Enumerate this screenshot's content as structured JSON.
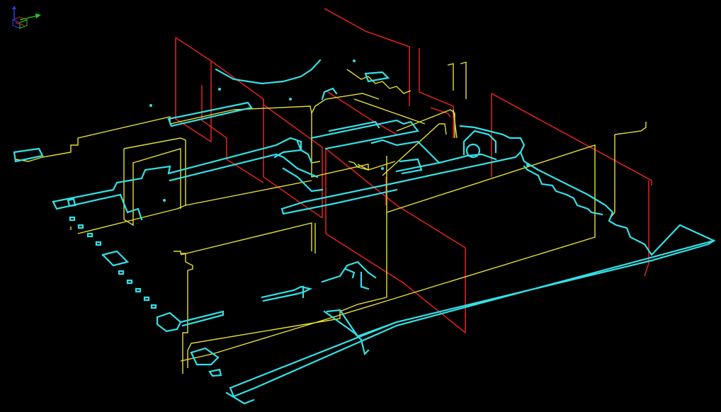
{
  "colors": {
    "background": "#000000",
    "floor_plan_outline": "#33e0e6",
    "section_planes_yellow": "#e6e032",
    "section_planes_red": "#d82020",
    "axis_x": "#22cc22",
    "axis_y": "#2244ff",
    "axis_z": "#cc2222"
  },
  "scene": {
    "kind": "3d-wireframe-view",
    "view": "isometric",
    "layers": [
      "floor-plan-outline",
      "yellow-section-planes",
      "red-section-planes"
    ]
  },
  "icons": {
    "view_cube": "view-cube-icon",
    "axis_triad": "axis-triad-icon"
  }
}
